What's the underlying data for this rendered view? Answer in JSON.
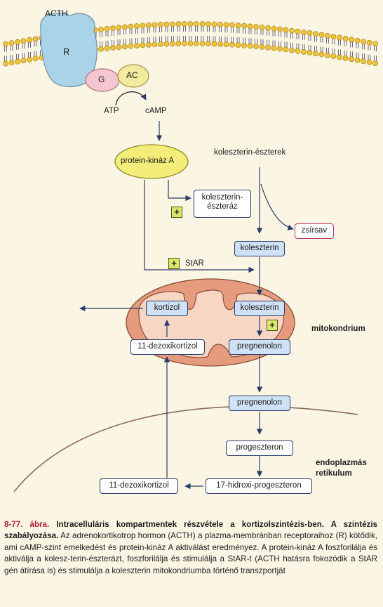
{
  "labels": {
    "acth": "ACTH",
    "receptor": "R",
    "g_protein": "G",
    "adenylate_cyclase": "AC",
    "atp": "ATP",
    "camp": "cAMP",
    "protein_kinase_a": "protein-kináz A",
    "cholesterol_esters": "koleszterin-észterek",
    "cholesterol_esterase": [
      "koleszterin-",
      "észteráz"
    ],
    "fatty_acid": "zsírsav",
    "cholesterol_cyto": "koleszterin",
    "star": "StAR",
    "cortisol": "kortizol",
    "cholesterol_mito": "koleszterin",
    "deoxycortisol_mito": "11-dezoxikortizol",
    "pregnenolone_mito": "pregnenolon",
    "mitochondrion": "mitokondrium",
    "pregnenolone_er": "pregnenolon",
    "progesterone": "progeszteron",
    "er": [
      "endoplazmás",
      "retikulum"
    ],
    "hydroxyprogesterone": "17-hidroxi-progeszteron",
    "deoxycortisol_er": "11-dezoxikortizol",
    "plus": "+"
  },
  "caption": {
    "number": "8-77. ábra.",
    "title": "Intracelluláris kompartmentek részvétele a kortizolszintézis-ben. A szintézis szabályozása.",
    "text": "Az adrenokortikotrop hormon (ACTH) a plazma-membránban receptoraihoz (R) kötődik, ami cAMP-szint emelkedést és protein-kináz A aktiválást eredményez. A protein-kináz A foszforilálja és aktiválja a kolesz-terin-észterázt, foszforilálja és stimulálja a StAR-t (ACTH hatásra fokozódik a StAR gén átírása is) és stimulálja a koleszterin mitokondriumba történő transzportját"
  },
  "colors": {
    "membrane_head": "#f0c23a",
    "membrane_tail": "#6a6a8a",
    "receptor": "#a9d3e8",
    "g_protein": "#f3c6d0",
    "adenylate_cyclase": "#f2ea9e",
    "pka": "#f3ee7a",
    "mito_outer": "#e59c7e",
    "mito_inner": "#f7d6c4",
    "box_blue": "#cfe2f5",
    "plus": "#d9e86a",
    "caption_number": "#b51f3a"
  }
}
